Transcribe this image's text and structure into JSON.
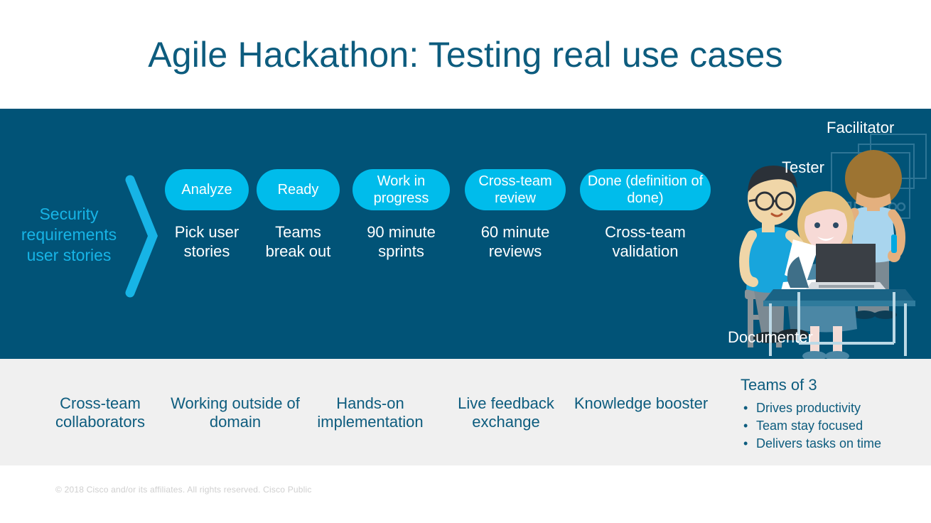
{
  "slide": {
    "title": "Agile Hackathon: Testing real use cases",
    "left_label": "Security requirements user stories"
  },
  "colors": {
    "title_blue": "#0d5c7e",
    "band_dark": "#015377",
    "band_light": "#f0f0f0",
    "pill_cyan": "#00bceb",
    "accent_cyan": "#17b4e6",
    "text_white": "#ffffff",
    "footer_gray": "#cfcfcf"
  },
  "stages": [
    {
      "pill": "Analyze",
      "sub": "Pick user stories"
    },
    {
      "pill": "Ready",
      "sub": "Teams break out"
    },
    {
      "pill": "Work in progress",
      "sub": "90 minute sprints"
    },
    {
      "pill": "Cross-team review",
      "sub": "60 minute reviews"
    },
    {
      "pill": "Done (definition of done)",
      "sub": "Cross-team validation"
    }
  ],
  "roles": [
    {
      "name": "Facilitator"
    },
    {
      "name": "Tester"
    },
    {
      "name": "Documenter"
    }
  ],
  "benefits": [
    {
      "label": "Cross-team collaborators"
    },
    {
      "label": "Working outside of domain"
    },
    {
      "label": "Hands-on implementation"
    },
    {
      "label": "Live feedback exchange"
    },
    {
      "label": "Knowledge booster"
    }
  ],
  "teams": {
    "title": "Teams of 3",
    "bullet_glyph": "•",
    "items": [
      "Drives productivity",
      "Team stay focused",
      "Delivers tasks on time"
    ]
  },
  "footer": {
    "copyright": "© 2018  Cisco and/or its affiliates. All rights reserved.   Cisco Public"
  }
}
